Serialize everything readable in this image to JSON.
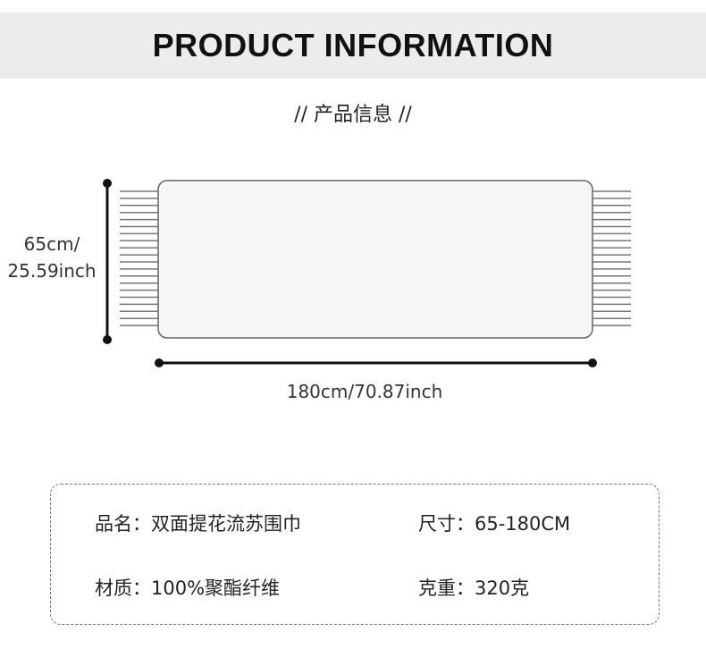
{
  "header": {
    "title": "PRODUCT INFORMATION",
    "subtitle": "// 产品信息 //"
  },
  "dimensions": {
    "height_label_1": "65cm/",
    "height_label_2": "25.59inch",
    "width_label": "180cm/70.87inch"
  },
  "specs": [
    {
      "label": "品名：",
      "value": "双面提花流苏围巾"
    },
    {
      "label": "尺寸：",
      "value": "65-180CM"
    },
    {
      "label": "材质：",
      "value": "100%聚酯纤维"
    },
    {
      "label": "克重：",
      "value": "320克"
    }
  ]
}
